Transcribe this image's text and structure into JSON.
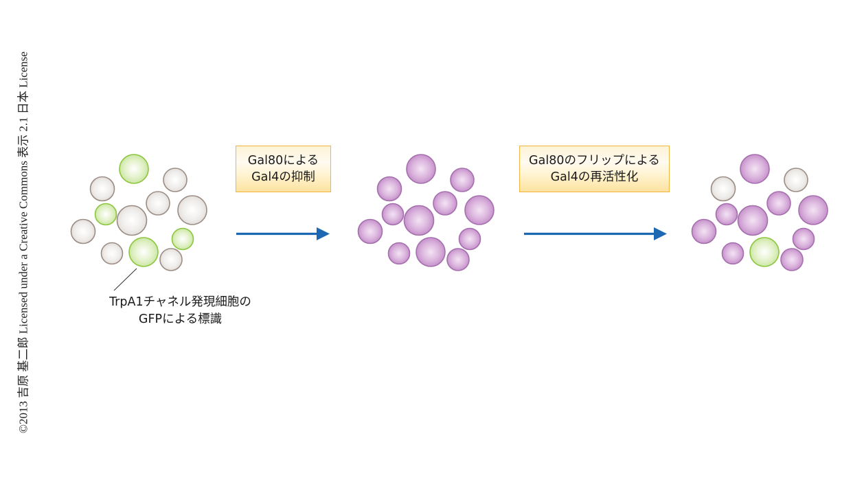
{
  "copyright": "©2013 吉原 基二郎 Licensed under a Creative Commons 表示 2.1 日本 License",
  "steps": [
    {
      "label_lines": [
        "Gal80による",
        "Gal4の抑制"
      ]
    },
    {
      "label_lines": [
        "Gal80のフリップによる",
        "Gal4の再活性化"
      ]
    }
  ],
  "caption": {
    "lines": [
      "TrpA1チャネル発現細胞の",
      "GFPによる標識"
    ]
  },
  "colors": {
    "arrow": "#1d68b2",
    "gfp_cell": "#8cc63f",
    "unlabeled_cell": "#9c8c84",
    "gal4_active_cell": "#a56fae",
    "box_border": "#f2b640"
  },
  "cell_layout_legend": {
    "gfp": "GFP-labeled TrpA1 cell",
    "gray": "unlabeled cell",
    "purple": "Gal4-active cell"
  },
  "clusters": [
    {
      "name": "initial-state",
      "cells": [
        "gfp",
        "gray",
        "gray",
        "gray",
        "gray",
        "gfp",
        "gray",
        "gray",
        "gfp",
        "gray",
        "gfp",
        "gray"
      ]
    },
    {
      "name": "gal4-suppressed-state",
      "cells": [
        "purple",
        "purple",
        "purple",
        "purple",
        "purple",
        "purple",
        "purple",
        "purple",
        "purple",
        "purple",
        "purple",
        "purple"
      ]
    },
    {
      "name": "gal4-reactivated-state",
      "cells": [
        "purple",
        "gray",
        "gray",
        "purple",
        "purple",
        "purple",
        "purple",
        "purple",
        "purple",
        "purple",
        "gfp",
        "purple"
      ]
    }
  ]
}
